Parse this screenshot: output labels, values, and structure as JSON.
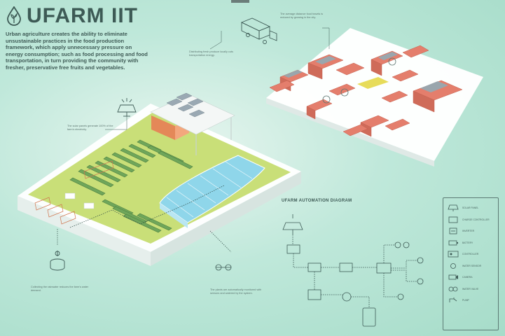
{
  "brand": {
    "title": "UFARM IIT",
    "logo_icon": "water-drop-sprout-icon"
  },
  "intro": "Urban agriculture creates the ability to eliminate unsustainable practices in the food production framework, which apply unnecessary pressure on energy consumption; such as food processing and food transportation, in turn providing the community with fresher, preservative free fruits and vegetables.",
  "notes": {
    "solar": "The solar panels generate 100% of the farm's electricity.",
    "transport": "Distributing fresh produce locally cuts transportation energy.",
    "city": "The average distance food travels is reduced by growing in the city.",
    "water": "Collecting the rainwater reduces the farm's water demand.",
    "automation": "The plants are automatically monitored with sensors and watered by the system."
  },
  "diagram": {
    "title": "UFARM AUTOMATION DIAGRAM"
  },
  "legend": {
    "items": [
      {
        "label": "Solar panel",
        "icon": "solar-panel-icon"
      },
      {
        "label": "Charge controller",
        "icon": "charge-controller-icon"
      },
      {
        "label": "Inverter",
        "icon": "inverter-icon"
      },
      {
        "label": "Battery",
        "icon": "battery-icon"
      },
      {
        "label": "Controller",
        "icon": "controller-icon"
      },
      {
        "label": "Water sensor",
        "icon": "sensor-icon"
      },
      {
        "label": "Camera",
        "icon": "camera-icon"
      },
      {
        "label": "Water valve",
        "icon": "valve-icon"
      },
      {
        "label": "Pump",
        "icon": "pump-icon"
      }
    ]
  },
  "colors": {
    "background": "#a6dcc9",
    "grass": "#c9df78",
    "greenhouse": "#8fd6ea",
    "buildings": "#e47e6c",
    "ink": "#3d5a55"
  }
}
